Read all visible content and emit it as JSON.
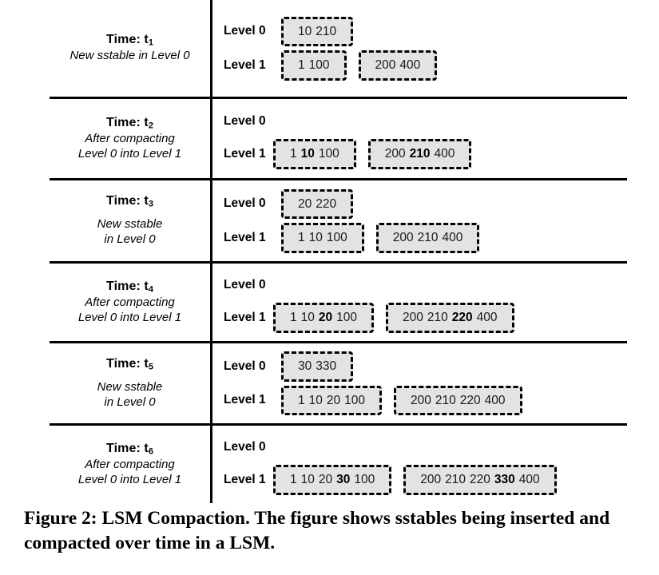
{
  "figure": {
    "caption": "Figure 2: LSM Compaction. The figure shows sstables being inserted and compacted over time in a LSM.",
    "level0_label": "Level 0",
    "level1_label": "Level 1",
    "time_prefix": "Time: t"
  },
  "rows": [
    {
      "time_index": "1",
      "desc_line1": "New sstable in Level 0",
      "desc_line2": "",
      "level0": [
        {
          "keys": [
            {
              "v": "10",
              "new": false
            },
            {
              "v": "210",
              "new": false
            }
          ]
        }
      ],
      "level1": [
        {
          "keys": [
            {
              "v": "1",
              "new": false
            },
            {
              "v": "100",
              "new": false
            }
          ]
        },
        {
          "keys": [
            {
              "v": "200",
              "new": false
            },
            {
              "v": "400",
              "new": false
            }
          ]
        }
      ]
    },
    {
      "time_index": "2",
      "desc_line1": "After compacting",
      "desc_line2": "Level 0 into Level 1",
      "level0": [],
      "level1": [
        {
          "keys": [
            {
              "v": "1",
              "new": false
            },
            {
              "v": "10",
              "new": true
            },
            {
              "v": "100",
              "new": false
            }
          ]
        },
        {
          "keys": [
            {
              "v": "200",
              "new": false
            },
            {
              "v": "210",
              "new": true
            },
            {
              "v": "400",
              "new": false
            }
          ]
        }
      ]
    },
    {
      "time_index": "3",
      "desc_line1": "New sstable",
      "desc_line2": "in Level 0",
      "level0": [
        {
          "keys": [
            {
              "v": "20",
              "new": false
            },
            {
              "v": "220",
              "new": false
            }
          ]
        }
      ],
      "level1": [
        {
          "keys": [
            {
              "v": "1",
              "new": false
            },
            {
              "v": "10",
              "new": false
            },
            {
              "v": "100",
              "new": false
            }
          ]
        },
        {
          "keys": [
            {
              "v": "200",
              "new": false
            },
            {
              "v": "210",
              "new": false
            },
            {
              "v": "400",
              "new": false
            }
          ]
        }
      ]
    },
    {
      "time_index": "4",
      "desc_line1": "After compacting",
      "desc_line2": "Level 0 into Level 1",
      "level0": [],
      "level1": [
        {
          "keys": [
            {
              "v": "1",
              "new": false
            },
            {
              "v": "10",
              "new": false
            },
            {
              "v": "20",
              "new": true
            },
            {
              "v": "100",
              "new": false
            }
          ]
        },
        {
          "keys": [
            {
              "v": "200",
              "new": false
            },
            {
              "v": "210",
              "new": false
            },
            {
              "v": "220",
              "new": true
            },
            {
              "v": "400",
              "new": false
            }
          ]
        }
      ]
    },
    {
      "time_index": "5",
      "desc_line1": "New sstable",
      "desc_line2": "in Level 0",
      "level0": [
        {
          "keys": [
            {
              "v": "30",
              "new": false
            },
            {
              "v": "330",
              "new": false
            }
          ]
        }
      ],
      "level1": [
        {
          "keys": [
            {
              "v": "1",
              "new": false
            },
            {
              "v": "10",
              "new": false
            },
            {
              "v": "20",
              "new": false
            },
            {
              "v": "100",
              "new": false
            }
          ]
        },
        {
          "keys": [
            {
              "v": "200",
              "new": false
            },
            {
              "v": "210",
              "new": false
            },
            {
              "v": "220",
              "new": false
            },
            {
              "v": "400",
              "new": false
            }
          ]
        }
      ]
    },
    {
      "time_index": "6",
      "desc_line1": "After compacting",
      "desc_line2": "Level 0 into Level 1",
      "level0": [],
      "level1": [
        {
          "keys": [
            {
              "v": "1",
              "new": false
            },
            {
              "v": "10",
              "new": false
            },
            {
              "v": "20",
              "new": false
            },
            {
              "v": "30",
              "new": true
            },
            {
              "v": "100",
              "new": false
            }
          ]
        },
        {
          "keys": [
            {
              "v": "200",
              "new": false
            },
            {
              "v": "210",
              "new": false
            },
            {
              "v": "220",
              "new": false
            },
            {
              "v": "330",
              "new": true
            },
            {
              "v": "400",
              "new": false
            }
          ]
        }
      ]
    }
  ],
  "colors": {
    "sstable_fill": "#e3e3e3",
    "border": "#000000",
    "text": "#000000",
    "background": "#ffffff"
  }
}
